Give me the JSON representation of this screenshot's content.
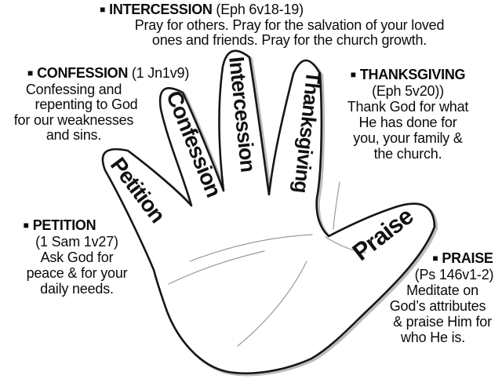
{
  "bullet": "■",
  "colors": {
    "ink": "#111111",
    "paper": "#ffffff"
  },
  "fingers": {
    "petition": "Petition",
    "confession": "Confession",
    "intercession": "Intercession",
    "thanksgiving": "Thanksgiving",
    "praise": "Praise"
  },
  "sections": {
    "intercession": {
      "name": "INTERCESSION",
      "ref": "(Eph 6v18-19)",
      "body": [
        "Pray for others. Pray for the salvation of your loved",
        "ones and friends. Pray for the church growth."
      ]
    },
    "confession": {
      "name": "CONFESSION",
      "ref": "(1 Jn1v9)",
      "body": [
        "Confessing and",
        "repenting to God",
        "for our weaknesses",
        "and sins."
      ]
    },
    "thanksgiving": {
      "name": "THANKSGIVING",
      "ref": "(Eph 5v20))",
      "body": [
        "Thank God for what",
        "He has done for",
        "you, your family &",
        "the church."
      ]
    },
    "petition": {
      "name": "PETITION",
      "ref": "(1 Sam 1v27)",
      "body": [
        "Ask God for",
        "peace & for your",
        "daily needs."
      ]
    },
    "praise": {
      "name": "PRAISE",
      "ref": "(Ps 146v1-2)",
      "body": [
        "Meditate on",
        "God’s attributes",
        "& praise Him for",
        "who He is."
      ]
    }
  }
}
